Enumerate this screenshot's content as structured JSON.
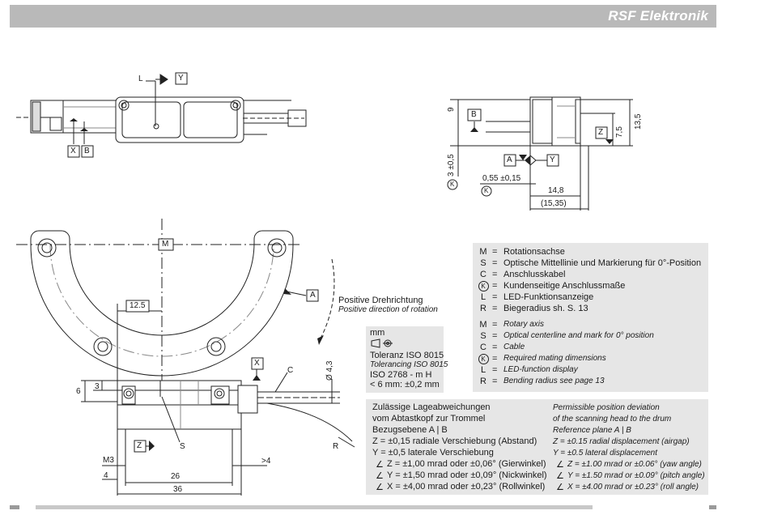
{
  "header": {
    "brand": "RSF Elektronik"
  },
  "top_view": {
    "label_L": "L",
    "label_Y": "Y",
    "label_X": "X",
    "label_B": "B"
  },
  "side_view": {
    "label_B": "B",
    "label_Z": "Z",
    "label_A": "A",
    "label_Y": "Y",
    "dim_9": "9",
    "dim_13_5": "13,5",
    "dim_7_5": "7,5",
    "dim_3_05": "3 ±0,5",
    "dim_055": "0,55 ±0,15",
    "dim_14_8": "14,8",
    "dim_15_35": "(15,35)",
    "k": "K"
  },
  "front_view": {
    "label_M": "M",
    "label_A": "A",
    "label_X": "X",
    "label_C": "C",
    "label_S": "S",
    "label_Z": "Z",
    "label_R": "R",
    "dim_12_5": "12.5",
    "dim_6": "6",
    "dim_3": "3",
    "dim_4_3": "Ø 4,3",
    "dim_M3": "M3",
    "dim_4": "4",
    "dim_26": "26",
    "dim_36": "36",
    "dim_gt4": ">4",
    "rotation_de": "Positive Drehrichtung",
    "rotation_en": "Positive direction of rotation"
  },
  "tolerance": {
    "unit": "mm",
    "line1": "Toleranz ISO 8015",
    "line2": "Tolerancing ISO 8015",
    "line3": "ISO 2768 - m H",
    "line4": "< 6 mm: ±0,2 mm"
  },
  "legend": {
    "rows_de": [
      {
        "sym": "M",
        "text": "Rotationsachse"
      },
      {
        "sym": "S",
        "text": "Optische Mittellinie und Markierung für 0°-Position"
      },
      {
        "sym": "C",
        "text": "Anschlusskabel"
      },
      {
        "sym": "K",
        "text": "Kundenseitige Anschlussmaße"
      },
      {
        "sym": "L",
        "text": "LED-Funktionsanzeige"
      },
      {
        "sym": "R",
        "text": "Biegeradius sh. S. 13"
      }
    ],
    "rows_en": [
      {
        "sym": "M",
        "text": "Rotary axis"
      },
      {
        "sym": "S",
        "text": "Optical centerline and mark for 0° position"
      },
      {
        "sym": "C",
        "text": "Cable"
      },
      {
        "sym": "K",
        "text": "Required mating dimensions"
      },
      {
        "sym": "L",
        "text": "LED-function display"
      },
      {
        "sym": "R",
        "text": "Bending radius see page 13"
      }
    ]
  },
  "deviation": {
    "de": {
      "title1": "Zulässige Lageabweichungen",
      "title2": "vom Abtastkopf zur Trommel",
      "ref": "Bezugsebene  A | B",
      "z": "Z   =  ±0,15 radiale Verschiebung (Abstand)",
      "y": "Y   =  ±0,5 laterale Verschiebung",
      "az": "Z  = ±1,00 mrad oder ±0,06° (Gierwinkel)",
      "ay": "Y  = ±1,50 mrad oder ±0,09° (Nickwinkel)",
      "ax": "X  = ±4,00 mrad oder ±0,23° (Rollwinkel)"
    },
    "en": {
      "title1": "Permissible position deviation",
      "title2": "of the scanning head to the drum",
      "ref": "Reference plane  A | B",
      "z": "Z   =  ±0.15 radial displacement (airgap)",
      "y": "Y   =  ±0.5 lateral displacement",
      "az": "Z  = ±1.00 mrad or ±0.06° (yaw angle)",
      "ay": "Y  = ±1.50 mrad or ±0.09° (pitch angle)",
      "ax": "X  = ±4.00 mrad or ±0.23° (roll angle)"
    }
  }
}
